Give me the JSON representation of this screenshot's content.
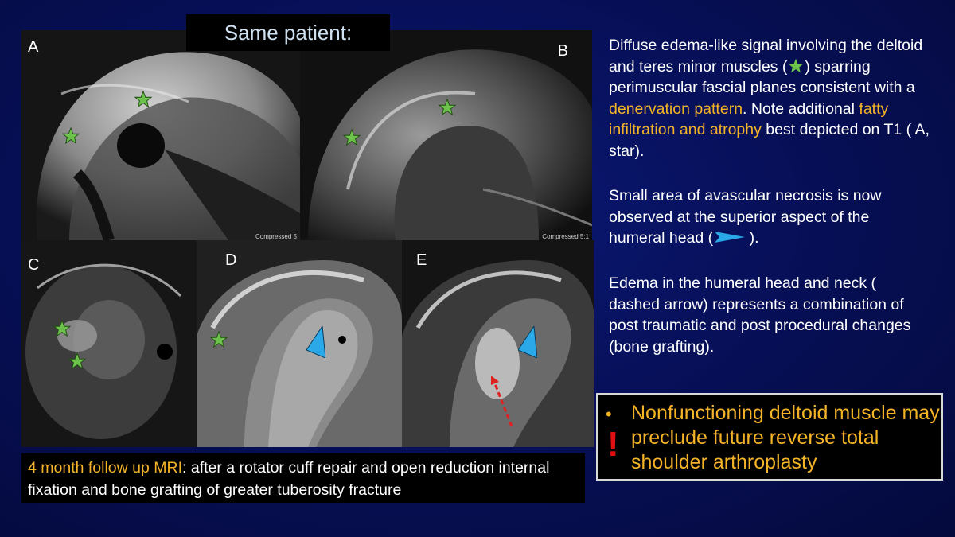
{
  "header": {
    "same_patient": "Same patient:"
  },
  "panels": {
    "a": {
      "label": "A",
      "compressed": "Compressed 5"
    },
    "b": {
      "label": "B",
      "compressed": "Compressed 5:1"
    },
    "c": {
      "label": "C"
    },
    "d": {
      "label": "D"
    },
    "e": {
      "label": "E"
    }
  },
  "findings": {
    "p1_pre": "Diffuse edema-like signal involving the deltoid and teres minor muscles (",
    "p1_mid": ") sparring perimuscular fascial planes consistent with a ",
    "p1_hl1": "denervation pattern",
    "p1_mid2": ". Note additional ",
    "p1_hl2": "fatty infiltration and atrophy",
    "p1_post": " best depicted on T1 ( A, star).",
    "p2_pre": "Small area of avascular necrosis is now observed at the superior aspect of the humeral head (",
    "p2_post": " ).",
    "p3": "Edema in the humeral head and neck ( dashed arrow) represents a combination of post traumatic and post procedural changes (bone grafting)."
  },
  "warning": {
    "bullet": "•",
    "exclamation": "!",
    "text": "Nonfunctioning deltoid muscle may preclude future reverse total shoulder arthroplasty"
  },
  "caption": {
    "highlight": "4 month follow up MRI",
    "text": ": after a rotator cuff repair and open reduction internal fixation and bone grafting of greater tuberosity fracture"
  },
  "colors": {
    "background": "#07105a",
    "orange_highlight": "#f5b428",
    "star_green": "#6cc24a",
    "arrowhead_blue": "#2aa8e8",
    "arrow_red": "#e02020",
    "exclamation_red": "#e01010"
  },
  "icons": {
    "star": "green-star-icon",
    "arrowhead": "blue-arrowhead-icon",
    "dashed_arrow": "red-dashed-arrow-icon"
  }
}
